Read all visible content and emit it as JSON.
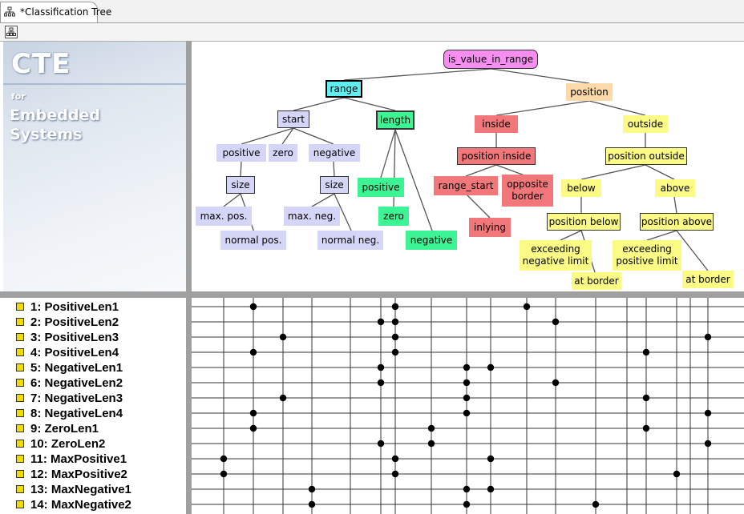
{
  "window": {
    "tab_title": "*Classification Tree"
  },
  "logo": {
    "title": "CTE",
    "for": "for",
    "line1": "Embedded",
    "line2": "Systems"
  },
  "tree": {
    "root": "is_value_in_range",
    "range": "range",
    "position": "position",
    "start": "start",
    "length": "length",
    "inside": "inside",
    "outside": "outside",
    "positive": "positive",
    "zero": "zero",
    "negative": "negative",
    "position_inside": "position inside",
    "position_outside": "position outside",
    "size_pos": "size",
    "size_neg": "size",
    "len_positive": "positive",
    "len_zero": "zero",
    "len_negative": "negative",
    "range_start": "range_start",
    "opposite_border": "opposite border",
    "below": "below",
    "above": "above",
    "max_pos": "max. pos.",
    "normal_pos": "normal pos.",
    "max_neg": "max. neg.",
    "normal_neg": "normal neg.",
    "inlying": "inlying",
    "position_below": "position below",
    "position_above": "position above",
    "exceeding_negative_limit": "exceeding negative limit",
    "exceeding_positive_limit": "exceeding positive limit",
    "at_border_below": "at border",
    "at_border_above": "at border"
  },
  "colors": {
    "root": "#f58ef0",
    "class_lavender": "#d5d5f7",
    "class_green": "#3df494",
    "class_red": "#f2777b",
    "class_yellow": "#fafa84",
    "class_orange": "#fcd9a8",
    "highlight_cyan": "#61eef0"
  },
  "test_cases": [
    {
      "label": "1: PositiveLen1",
      "marks": [
        1,
        6,
        10
      ]
    },
    {
      "label": "2: PositiveLen2",
      "marks": [
        5,
        6,
        11
      ]
    },
    {
      "label": "3: PositiveLen3",
      "marks": [
        2,
        6,
        17
      ]
    },
    {
      "label": "4: PositiveLen4",
      "marks": [
        1,
        6,
        14
      ]
    },
    {
      "label": "5: NegativeLen1",
      "marks": [
        5,
        8,
        9
      ]
    },
    {
      "label": "6: NegativeLen2",
      "marks": [
        5,
        8,
        11
      ]
    },
    {
      "label": "7: NegativeLen3",
      "marks": [
        2,
        8,
        14
      ]
    },
    {
      "label": "8: NegativeLen4",
      "marks": [
        1,
        8,
        17
      ]
    },
    {
      "label": "9: ZeroLen1",
      "marks": [
        1,
        7,
        14
      ]
    },
    {
      "label": "10: ZeroLen2",
      "marks": [
        5,
        7,
        17
      ]
    },
    {
      "label": "11: MaxPositive1",
      "marks": [
        0,
        6,
        9
      ]
    },
    {
      "label": "12: MaxPositive2",
      "marks": [
        0,
        6,
        15
      ]
    },
    {
      "label": "13: MaxNegative1",
      "marks": [
        3,
        8,
        9
      ]
    },
    {
      "label": "14: MaxNegative2",
      "marks": [
        3,
        8,
        12
      ]
    }
  ]
}
